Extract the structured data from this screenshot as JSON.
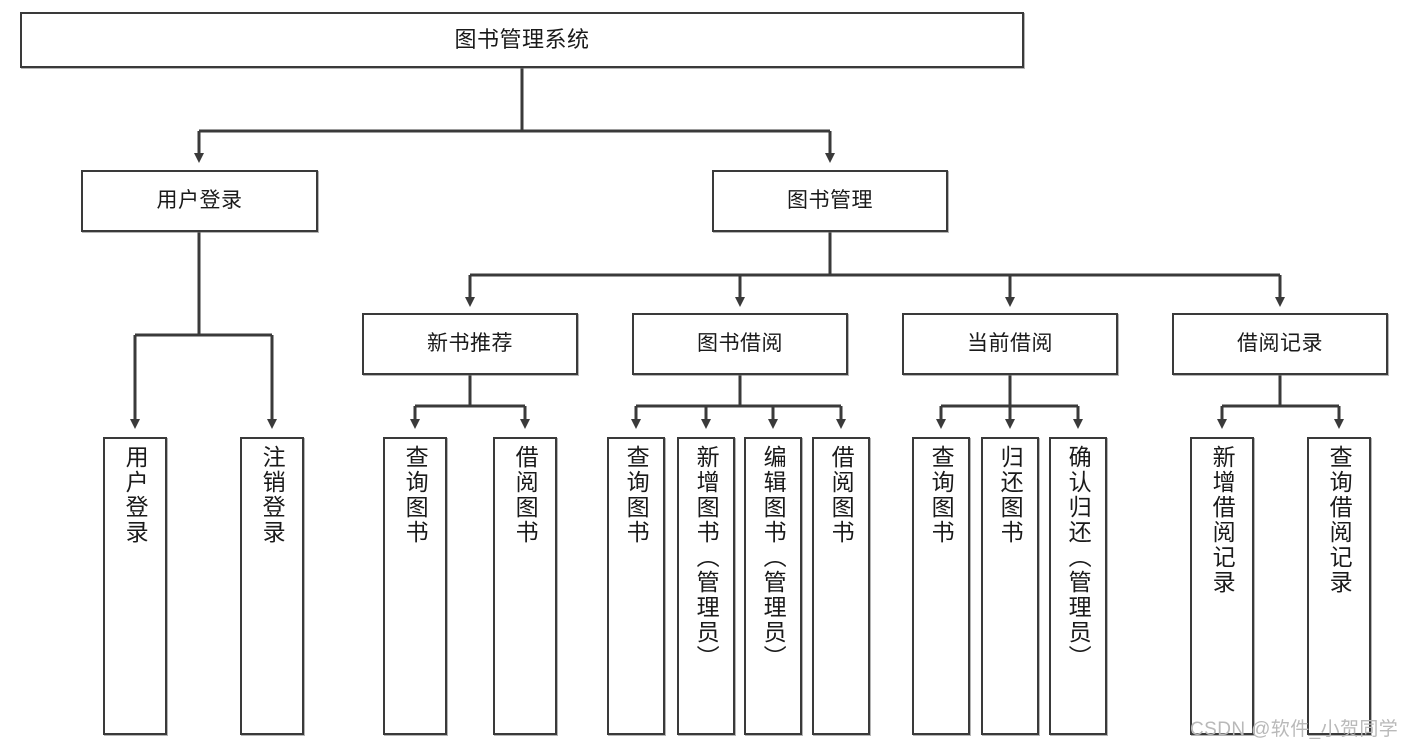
{
  "diagram": {
    "type": "tree-hierarchy",
    "title": "图书管理系统",
    "watermark": "CSDN @软件_小贺同学",
    "colors": {
      "box_border": "#3a3a3a",
      "box_fill": "#ffffff",
      "line": "#3a3a3a",
      "text": "#1a1a1a",
      "watermark": "#b9b9b9"
    },
    "levels": {
      "root": {
        "label": "图书管理系统"
      },
      "level1": [
        {
          "label": "用户登录"
        },
        {
          "label": "图书管理"
        }
      ],
      "level2": [
        {
          "label": "新书推荐"
        },
        {
          "label": "图书借阅"
        },
        {
          "label": "当前借阅"
        },
        {
          "label": "借阅记录"
        }
      ],
      "leaves": {
        "user_login": [
          {
            "label": "用户登录"
          },
          {
            "label": "注销登录"
          }
        ],
        "new_book_recommend": [
          {
            "label": "查询图书"
          },
          {
            "label": "借阅图书"
          }
        ],
        "book_borrow": [
          {
            "label": "查询图书"
          },
          {
            "label": "新增图书（管理员）"
          },
          {
            "label": "编辑图书（管理员）"
          },
          {
            "label": "借阅图书"
          }
        ],
        "current_borrow": [
          {
            "label": "查询图书"
          },
          {
            "label": "归还图书"
          },
          {
            "label": "确认归还（管理员）"
          }
        ],
        "borrow_record": [
          {
            "label": "新增借阅记录"
          },
          {
            "label": "查询借阅记录"
          }
        ]
      }
    }
  }
}
